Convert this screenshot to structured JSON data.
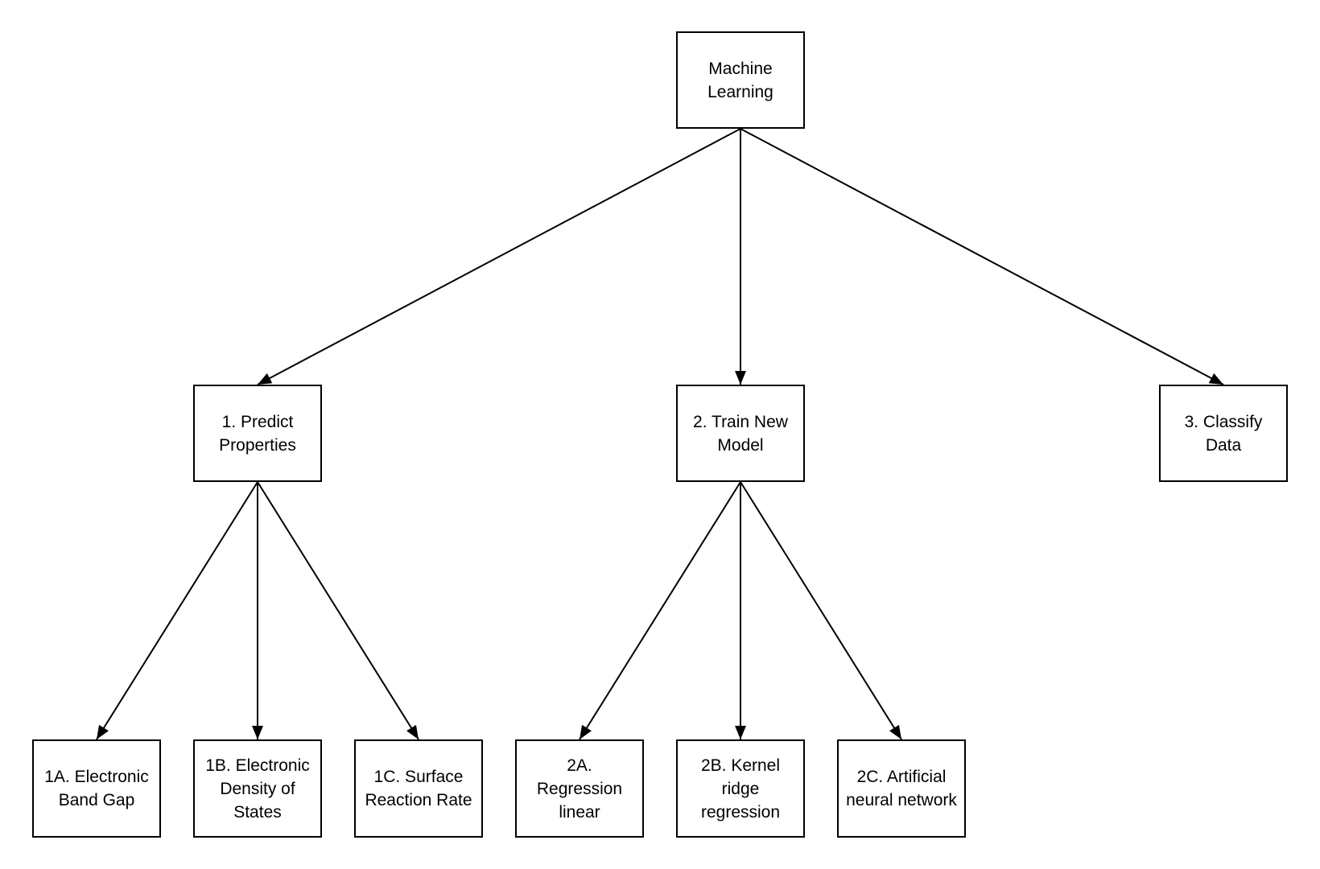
{
  "diagram": {
    "background_color": "#ffffff",
    "node_fill_color": "#ffffff",
    "node_border_color": "#000000",
    "text_color": "#000000",
    "arrow_color": "#000000",
    "nodes": {
      "root": {
        "label": "Machine\nLearning"
      },
      "predict_properties": {
        "label": "1. Predict\nProperties"
      },
      "train_new_model": {
        "label": "2. Train New\nModel"
      },
      "classify_data": {
        "label": "3. Classify\nData"
      },
      "electronic_band_gap": {
        "label": "1A. Electronic\nBand Gap"
      },
      "electronic_density_of_states": {
        "label": "1B. Electronic\nDensity of\nStates"
      },
      "surface_reaction_rate": {
        "label": "1C. Surface\nReaction Rate"
      },
      "regression_linear": {
        "label": "2A.\nRegression\nlinear"
      },
      "kernel_ridge_regression": {
        "label": "2B. Kernel\nridge\nregression"
      },
      "artificial_neural_network": {
        "label": "2C. Artificial\nneural network"
      }
    },
    "edges": [
      {
        "from": "root",
        "to": "predict_properties"
      },
      {
        "from": "root",
        "to": "train_new_model"
      },
      {
        "from": "root",
        "to": "classify_data"
      },
      {
        "from": "predict_properties",
        "to": "electronic_band_gap"
      },
      {
        "from": "predict_properties",
        "to": "electronic_density_of_states"
      },
      {
        "from": "predict_properties",
        "to": "surface_reaction_rate"
      },
      {
        "from": "train_new_model",
        "to": "regression_linear"
      },
      {
        "from": "train_new_model",
        "to": "kernel_ridge_regression"
      },
      {
        "from": "train_new_model",
        "to": "artificial_neural_network"
      }
    ]
  }
}
